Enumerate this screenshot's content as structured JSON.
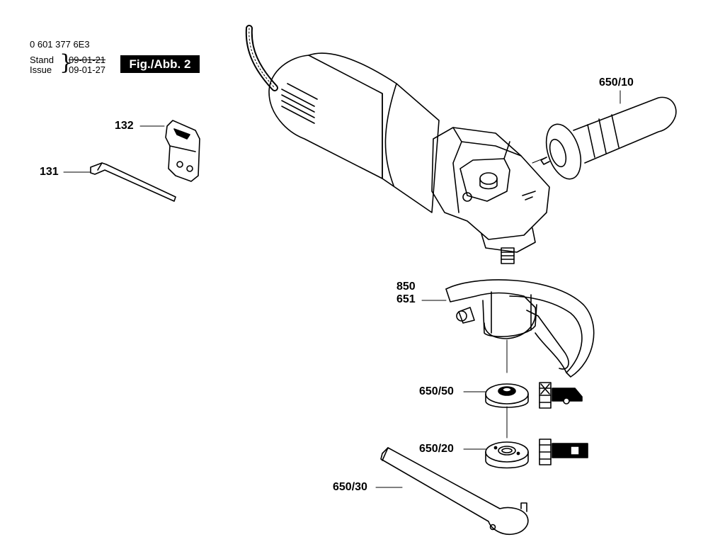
{
  "header": {
    "part_number": "0 601 377 6E3",
    "stand_label": "Stand",
    "issue_label": "Issue",
    "stand_date": "09-01-21",
    "issue_date": "09-01-27",
    "figure_label": "Fig./Abb. 2"
  },
  "callouts": {
    "c132": "132",
    "c131": "131",
    "c650_10": "650/10",
    "c850": "850",
    "c651": "651",
    "c650_50": "650/50",
    "c650_20": "650/20",
    "c650_30": "650/30"
  }
}
